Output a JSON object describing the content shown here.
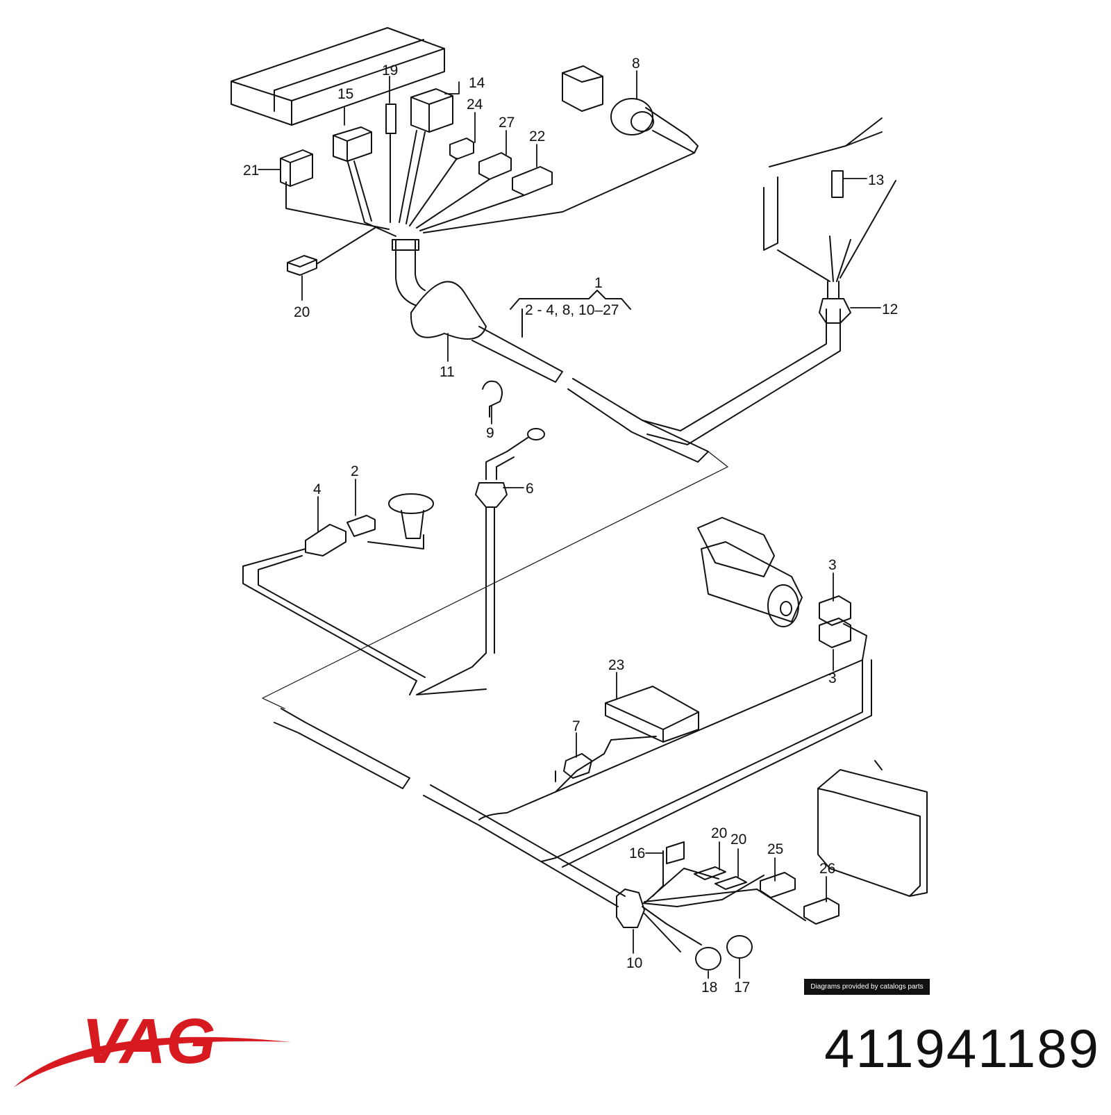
{
  "diagram": {
    "group_label": "1",
    "group_range": "2 - 4, 8, 10–27",
    "callouts": [
      {
        "id": "c19",
        "text": "19"
      },
      {
        "id": "c14",
        "text": "14"
      },
      {
        "id": "c15",
        "text": "15"
      },
      {
        "id": "c24",
        "text": "24"
      },
      {
        "id": "c27",
        "text": "27"
      },
      {
        "id": "c22",
        "text": "22"
      },
      {
        "id": "c8",
        "text": "8"
      },
      {
        "id": "c21",
        "text": "21"
      },
      {
        "id": "c13",
        "text": "13"
      },
      {
        "id": "c20a",
        "text": "20"
      },
      {
        "id": "c12",
        "text": "12"
      },
      {
        "id": "c11",
        "text": "11"
      },
      {
        "id": "c9",
        "text": "9"
      },
      {
        "id": "c2",
        "text": "2"
      },
      {
        "id": "c4",
        "text": "4"
      },
      {
        "id": "c6",
        "text": "6"
      },
      {
        "id": "c3a",
        "text": "3"
      },
      {
        "id": "c3b",
        "text": "3"
      },
      {
        "id": "c23",
        "text": "23"
      },
      {
        "id": "c7",
        "text": "7"
      },
      {
        "id": "c16",
        "text": "16"
      },
      {
        "id": "c20b",
        "text": "20"
      },
      {
        "id": "c20c",
        "text": "20"
      },
      {
        "id": "c25",
        "text": "25"
      },
      {
        "id": "c26",
        "text": "26"
      },
      {
        "id": "c10",
        "text": "10"
      },
      {
        "id": "c18",
        "text": "18"
      },
      {
        "id": "c17",
        "text": "17"
      }
    ]
  },
  "credit": "Diagrams provided by catalogs parts",
  "brand": {
    "logo": "VAG",
    "color": "#d71920"
  },
  "part_number": "411941189"
}
